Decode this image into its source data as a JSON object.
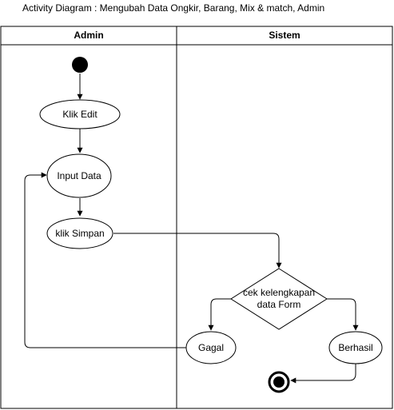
{
  "title": "Activity Diagram : Mengubah Data Ongkir, Barang, Mix & match, Admin",
  "lanes": {
    "admin": "Admin",
    "sistem": "Sistem"
  },
  "nodes": {
    "klik_edit": "Klik Edit",
    "input_data": "Input Data",
    "klik_simpan": "klik Simpan",
    "decision_line1": "cek kelengkapan",
    "decision_line2": "data Form",
    "gagal": "Gagal",
    "berhasil": "Berhasil"
  }
}
